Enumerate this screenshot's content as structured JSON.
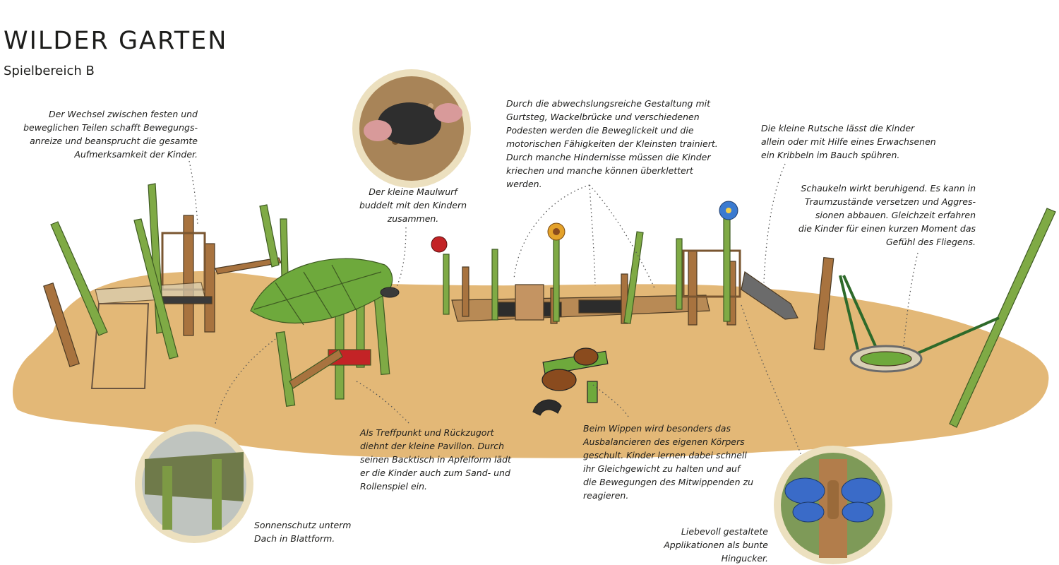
{
  "header": {
    "title": "WILDER GARTEN",
    "subtitle": "Spielbereich B"
  },
  "annotations": {
    "movement": "Der Wechsel zwischen festen und\nbeweglichen Teilen schafft Bewegungs-\nanreize und beansprucht die gesamte\nAufmerksamkeit der Kinder.",
    "mole": "Der kleine Maulwurf\nbuddelt mit den Kindern\nzusammen.",
    "course": "Durch die abwechslungsreiche Gestaltung mit\nGurtsteg, Wackelbrücke und verschiedenen\nPodesten werden die Beweglickeit und die\nmotorischen Fähigkeiten der Kleinsten trainiert.\nDurch manche Hindernisse müssen die Kinder\nkriechen und manche können überklettert\nwerden.",
    "slide": "Die kleine Rutsche lässt die Kinder\nallein oder mit Hilfe eines Erwachsenen\nein Kribbeln im Bauch spühren.",
    "swing": "Schaukeln wirkt beruhigend. Es kann in\nTraumzustände versetzen und Aggres-\nsionen abbauen. Gleichzeit erfahren\ndie Kinder für einen kurzen Moment das\nGefühl des Fliegens.",
    "pavilion": "Als Treffpunkt und Rückzugort\ndiehnt der kleine Pavillon. Durch\nseinen Backtisch in Apfelform lädt\ner die Kinder auch zum Sand- und\nRollenspiel ein.",
    "seesaw": "Beim Wippen wird besonders das\nAusbalancieren des eigenen Körpers\ngeschult. Kinder lernen dabei schnell\nihr Gleichgewicht zu halten und auf\ndie Bewegungen des Mitwippenden zu\nreagieren.",
    "roof": "Sonnenschutz unterm\nDach in Blattform.",
    "applications": "Liebevoll gestaltete\nApplikationen als bunte\nHingucker."
  },
  "colors": {
    "sand": "#e3b877",
    "wood": "#a8733f",
    "green": "#7faa45",
    "leaf": "#6ea93c",
    "photo_ring": "#ece0bf"
  }
}
